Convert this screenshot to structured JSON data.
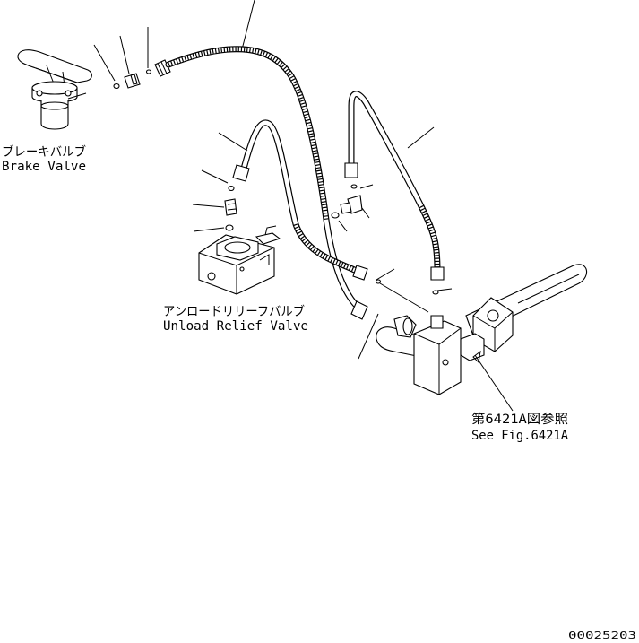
{
  "labels": {
    "brake_valve_jp": "ブレーキバルブ",
    "brake_valve_en": "Brake Valve",
    "unload_relief_jp": "アンロードリリーフバルブ",
    "unload_relief_en": "Unload Relief Valve",
    "see_fig_jp": "第6421A図参照",
    "see_fig_en": "See Fig.6421A",
    "drawing_number": "00025203"
  }
}
